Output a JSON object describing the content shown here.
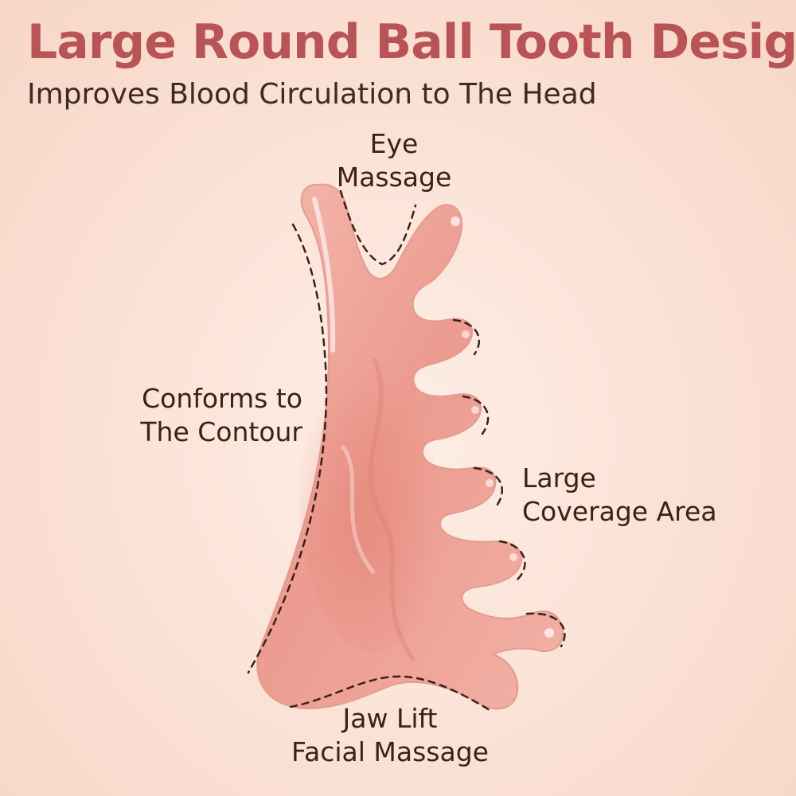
{
  "header": {
    "title": "Large Round Ball Tooth Design",
    "subtitle": "Improves Blood Circulation to The Head"
  },
  "callouts": {
    "eye": {
      "line1": "Eye",
      "line2": "Massage"
    },
    "contour": {
      "line1": "Conforms to",
      "line2": "The Contour"
    },
    "coverage": {
      "line1": "Large",
      "line2": "Coverage Area"
    },
    "jaw": {
      "line1": "Jaw Lift",
      "line2": "Facial Massage"
    }
  },
  "colors": {
    "title": "#b85455",
    "text": "#3b2116",
    "tool": "#eea79c",
    "dashes": "#3b2116"
  }
}
